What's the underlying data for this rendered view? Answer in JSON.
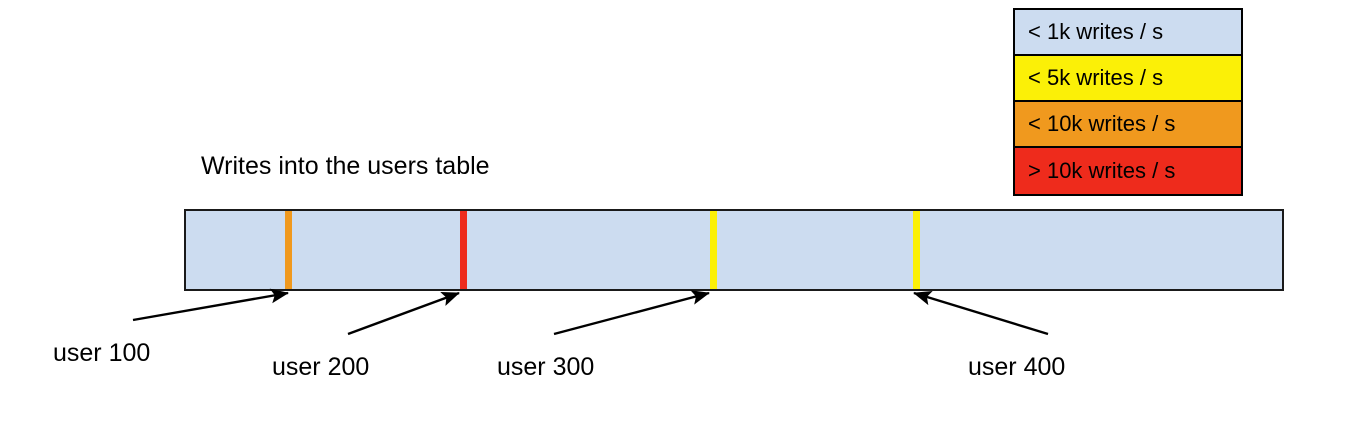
{
  "chart_data": {
    "type": "bar",
    "title": "Writes into the users table",
    "xlabel": "",
    "ylabel": "",
    "description": "Horizontal keyspace range bar for the users table, segmented by user id boundaries, colored by write throughput hotspots.",
    "base_fill_color": "#ccdcf0",
    "border_color": "#1a1a1a",
    "range_start_pct": 0,
    "range_end_pct": 100,
    "stripes": [
      {
        "name": "user 100",
        "position_pct": 9.6,
        "color": "#f0991e",
        "tier": "< 10k writes / s"
      },
      {
        "name": "user 200",
        "position_pct": 25.2,
        "color": "#ee2b1c",
        "tier": "> 10k writes / s"
      },
      {
        "name": "user 300",
        "position_pct": 47.8,
        "color": "#fbf007",
        "tier": "< 5k writes / s"
      },
      {
        "name": "user 400",
        "position_pct": 66.3,
        "color": "#fbf007",
        "tier": "< 5k writes / s"
      }
    ],
    "legend_position": "top-right",
    "grid": false
  },
  "legend": {
    "name": "write-throughput-legend",
    "items": [
      {
        "label": "< 1k writes / s",
        "color": "#ccdcf0"
      },
      {
        "label": "< 5k writes / s",
        "color": "#fbf007"
      },
      {
        "label": "< 10k writes / s",
        "color": "#f0991e"
      },
      {
        "label": "> 10k writes / s",
        "color": "#ee2b1c"
      }
    ]
  },
  "callouts": [
    {
      "label": "user 100"
    },
    {
      "label": "user 200"
    },
    {
      "label": "user 300"
    },
    {
      "label": "user 400"
    }
  ]
}
